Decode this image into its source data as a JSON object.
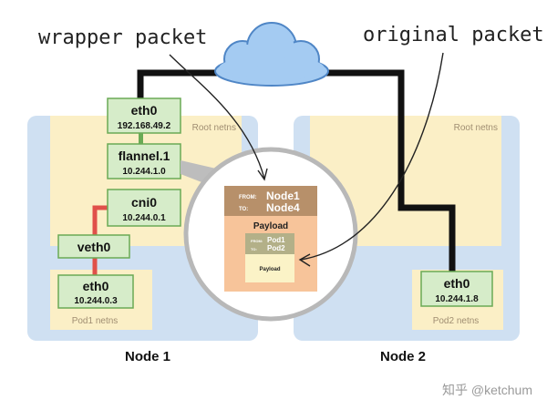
{
  "annotations": {
    "wrapper": "wrapper packet",
    "original": "original packet"
  },
  "node1": {
    "title": "Node 1",
    "root_netns": "Root netns",
    "pod_netns": "Pod1 netns",
    "eth0": {
      "name": "eth0",
      "ip": "192.168.49.2"
    },
    "flannel": {
      "name": "flannel.1",
      "ip": "10.244.1.0"
    },
    "cni0": {
      "name": "cni0",
      "ip": "10.244.0.1"
    },
    "veth": {
      "name": "veth0"
    },
    "pod_eth0": {
      "name": "eth0",
      "ip": "10.244.0.3"
    }
  },
  "node2": {
    "title": "Node 2",
    "root_netns": "Root netns",
    "pod_netns": "Pod2 netns",
    "pod_eth0": {
      "name": "eth0",
      "ip": "10.244.1.8"
    }
  },
  "packet": {
    "outer_from_label": "FROM:",
    "outer_from": "Node1",
    "outer_to_label": "TO:",
    "outer_to": "Node4",
    "outer_payload": "Payload",
    "inner_from_label": "FROM:",
    "inner_from": "Pod1",
    "inner_to_label": "TO:",
    "inner_to": "Pod2",
    "inner_payload": "Payload"
  },
  "watermark": "知乎 @ketchum",
  "colors": {
    "node_bg": "#cfe0f2",
    "root_netns_bg": "#fbefc6",
    "iface_bg": "#d6ecc9",
    "iface_border": "#6aaa55",
    "veth_link": "#e0504a",
    "outer_header": "#b7906a",
    "outer_body": "#f7c49a",
    "inner_header": "#b3b088",
    "inner_body": "#fbf3c7"
  }
}
